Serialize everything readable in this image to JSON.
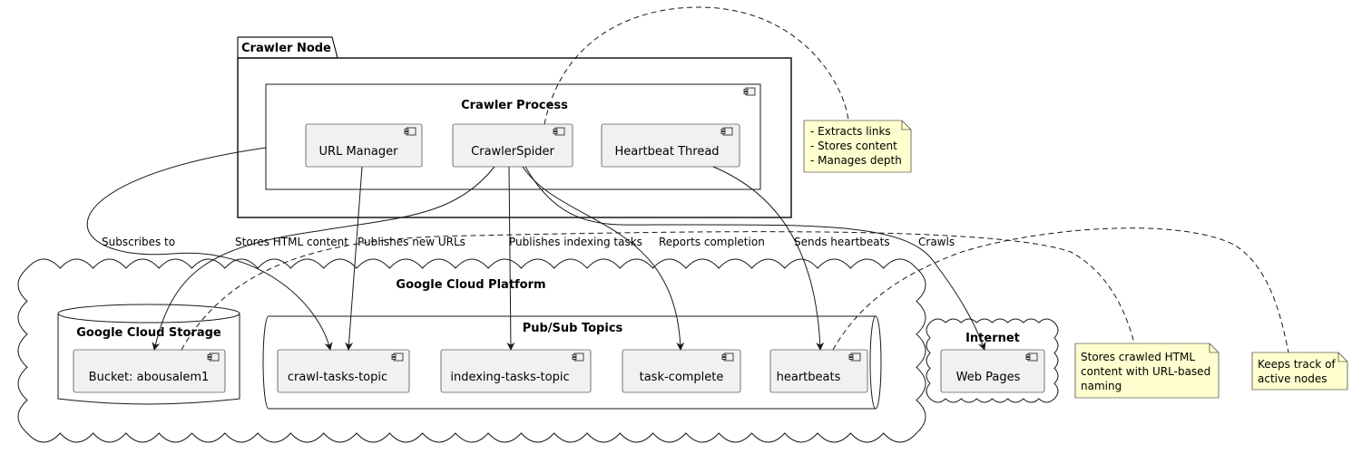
{
  "containers": {
    "crawler_node": "Crawler Node",
    "crawler_process": "Crawler Process",
    "gcp": "Google Cloud Platform",
    "gcs": "Google Cloud Storage",
    "pubsub": "Pub/Sub Topics",
    "internet": "Internet"
  },
  "components": {
    "url_manager": "URL Manager",
    "crawler_spider": "CrawlerSpider",
    "heartbeat_thread": "Heartbeat Thread",
    "bucket": "Bucket: abousalem1",
    "crawl_tasks": "crawl-tasks-topic",
    "indexing_tasks": "indexing-tasks-topic",
    "task_complete": "task-complete",
    "heartbeats": "heartbeats",
    "web_pages": "Web Pages"
  },
  "edges": {
    "subscribes": "Subscribes to",
    "stores_html": "Stores HTML content",
    "publishes_urls": "Publishes new URLs",
    "publishes_indexing": "Publishes indexing tasks",
    "reports": "Reports completion",
    "sends_heartbeats": "Sends heartbeats",
    "crawls": "Crawls"
  },
  "notes": {
    "spider": [
      "- Extracts links",
      "- Stores content",
      "- Manages depth"
    ],
    "storage": [
      "Stores crawled HTML",
      "content with URL-based",
      "naming"
    ],
    "heartbeats": [
      "Keeps track of",
      "active nodes"
    ]
  },
  "colors": {
    "component_fill": "#f1f1f1",
    "note_fill": "#fefece",
    "stroke": "#181818"
  }
}
